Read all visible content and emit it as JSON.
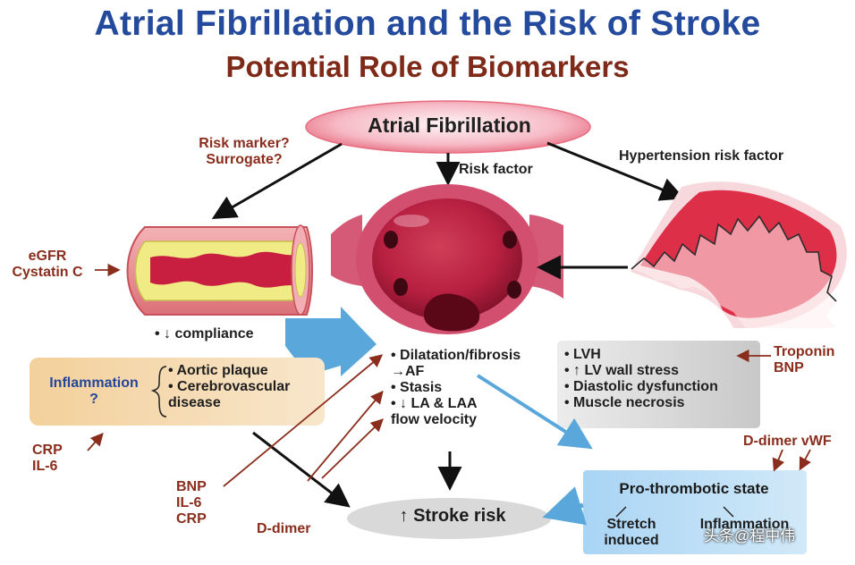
{
  "title": "Atrial Fibrillation and the Risk of Stroke",
  "subtitle": "Potential Role of Biomarkers",
  "top_node": "Atrial Fibrillation",
  "labels": {
    "risk_marker": "Risk marker?\nSurrogate?",
    "risk_factor": "Risk factor",
    "hypertension": "Hypertension risk factor",
    "egfr": "eGFR\nCystatin C",
    "compliance": "• ↓ compliance",
    "inflammation": "Inflammation\n?",
    "vascular_items": "• Aortic plaque\n• Cerebrovascular\n  disease",
    "crp_il6": "CRP\nIL-6",
    "atrial_items": "• Dilatation/fibrosis\n   →AF\n• Stasis\n• ↓ LA & LAA\n   flow velocity",
    "lv_items": "• LVH\n• ↑ LV wall stress\n• Diastolic dysfunction\n• Muscle necrosis",
    "troponin": "Troponin\nBNP",
    "d_dimer_vwf": "D-dimer vWF",
    "bnp_group": "BNP\nIL-6\nCRP",
    "d_dimer": "D-dimer",
    "stroke_risk": "↑ Stroke risk",
    "prothrombotic": "Pro-thrombotic  state",
    "stretch": "Stretch\ninduced",
    "inflammation_small": "Inflammation",
    "watermark": "头条@程中伟"
  },
  "colors": {
    "title_blue": "#244a9d",
    "subtitle_brown": "#7f2a18",
    "label_brown": "#8a2d1c",
    "arrow_blue": "#5aa7db",
    "ellipse_pink": "#e66b7f",
    "heart_red": "#d8203a",
    "inflammation_box": "#f5d6a2",
    "lv_box": "#d9d9d9",
    "prothrombotic_box": "#b7d9f1"
  }
}
